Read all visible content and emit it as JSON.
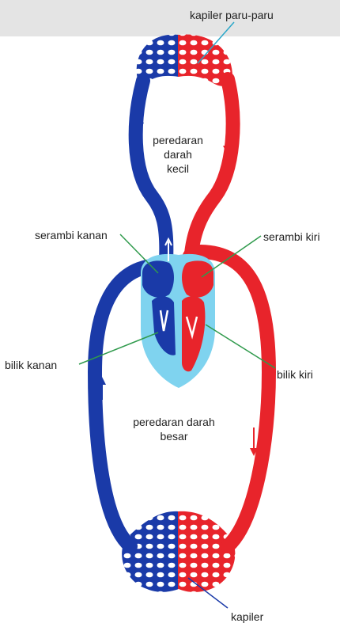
{
  "labels": {
    "lung_capillaries": "kapiler paru-paru",
    "pulmonary_circulation": [
      "peredaran",
      "darah",
      "kecil"
    ],
    "right_atrium": "serambi kanan",
    "left_atrium": "serambi kiri",
    "right_ventricle": "bilik kanan",
    "left_ventricle": "bilik kiri",
    "systemic_circulation": [
      "peredaran darah",
      "besar"
    ],
    "body_capillaries": "kapiler"
  },
  "colors": {
    "oxygenated": "#e8242b",
    "deoxygenated": "#1a3aa8",
    "heart_chamber": "#7fd3ef",
    "pointer_line": "#2f9a4c",
    "topbar": "#e4e4e4"
  }
}
